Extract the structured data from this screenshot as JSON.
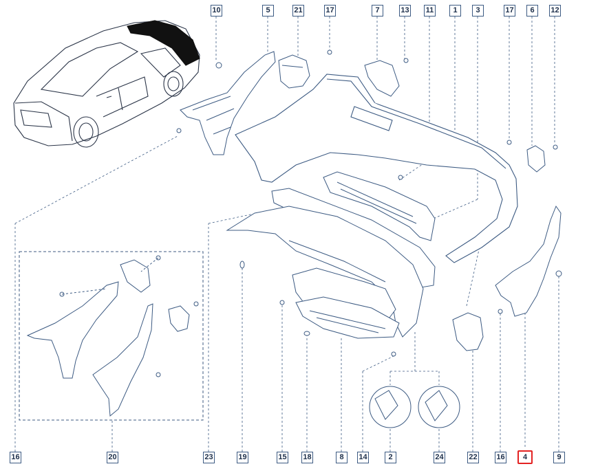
{
  "diagram": {
    "callouts": [
      {
        "key": "top_10",
        "label": "10"
      },
      {
        "key": "top_5",
        "label": "5"
      },
      {
        "key": "top_21",
        "label": "21"
      },
      {
        "key": "top_17a",
        "label": "17"
      },
      {
        "key": "top_7",
        "label": "7"
      },
      {
        "key": "top_13",
        "label": "13"
      },
      {
        "key": "top_11",
        "label": "11"
      },
      {
        "key": "top_1",
        "label": "1"
      },
      {
        "key": "top_3",
        "label": "3"
      },
      {
        "key": "top_17b",
        "label": "17"
      },
      {
        "key": "top_6",
        "label": "6"
      },
      {
        "key": "top_12",
        "label": "12"
      },
      {
        "key": "bot_16a",
        "label": "16"
      },
      {
        "key": "bot_20",
        "label": "20"
      },
      {
        "key": "bot_23",
        "label": "23"
      },
      {
        "key": "bot_19",
        "label": "19"
      },
      {
        "key": "bot_15",
        "label": "15"
      },
      {
        "key": "bot_18",
        "label": "18"
      },
      {
        "key": "bot_8",
        "label": "8"
      },
      {
        "key": "bot_14",
        "label": "14"
      },
      {
        "key": "bot_2",
        "label": "2"
      },
      {
        "key": "bot_24",
        "label": "24"
      },
      {
        "key": "bot_22",
        "label": "22"
      },
      {
        "key": "bot_16b",
        "label": "16"
      },
      {
        "key": "bot_4",
        "label": "4",
        "highlighted": true
      },
      {
        "key": "bot_9",
        "label": "9"
      }
    ],
    "colors": {
      "line": "#3c5a82",
      "label_text": "#1d2f4a",
      "highlight": "#e32222",
      "part_fill": "#ffffff",
      "part_shade": "#c9cdd3"
    }
  }
}
